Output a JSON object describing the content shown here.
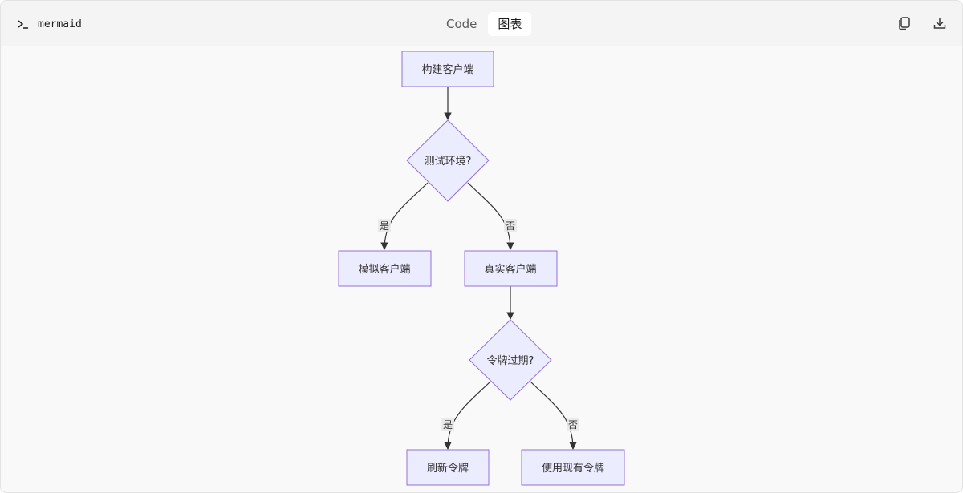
{
  "toolbar": {
    "language": "mermaid",
    "tabs": [
      {
        "label": "Code",
        "active": false
      },
      {
        "label": "图表",
        "active": true
      }
    ],
    "icons": [
      "terminal-icon",
      "copy-icon",
      "download-icon"
    ]
  },
  "diagram": {
    "type": "flowchart",
    "direction": "TD",
    "nodes": {
      "build": {
        "label": "构建客户端",
        "shape": "rect"
      },
      "test_env": {
        "label": "测试环境?",
        "shape": "diamond"
      },
      "mock": {
        "label": "模拟客户端",
        "shape": "rect"
      },
      "real": {
        "label": "真实客户端",
        "shape": "rect"
      },
      "token_expired": {
        "label": "令牌过期?",
        "shape": "diamond"
      },
      "refresh": {
        "label": "刷新令牌",
        "shape": "rect"
      },
      "use_existing": {
        "label": "使用现有令牌",
        "shape": "rect"
      }
    },
    "edges": [
      {
        "from": "构建客户端",
        "to": "测试环境?",
        "label": ""
      },
      {
        "from": "测试环境?",
        "to": "模拟客户端",
        "label": "是"
      },
      {
        "from": "测试环境?",
        "to": "真实客户端",
        "label": "否"
      },
      {
        "from": "真实客户端",
        "to": "令牌过期?",
        "label": ""
      },
      {
        "from": "令牌过期?",
        "to": "刷新令牌",
        "label": "是"
      },
      {
        "from": "令牌过期?",
        "to": "使用现有令牌",
        "label": "否"
      }
    ],
    "edge_labels": {
      "test_yes": "是",
      "test_no": "否",
      "token_yes": "是",
      "token_no": "否"
    },
    "colors": {
      "node_fill": "#ececff",
      "node_stroke": "#9370db",
      "edge": "#333333"
    }
  }
}
